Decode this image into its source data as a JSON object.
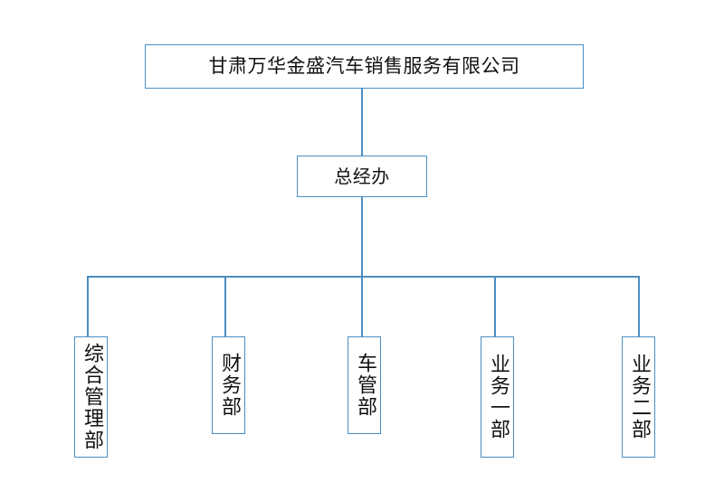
{
  "chart": {
    "type": "org-chart",
    "background_color": "#ffffff",
    "line_color": "#4a8ec2",
    "box_fill_color": "#ffffff",
    "text_color": "#111111",
    "root": {
      "label": "甘肃万华金盛汽车销售服务有限公司",
      "orientation": "horizontal"
    },
    "level2": {
      "label": "总经办",
      "orientation": "horizontal"
    },
    "departments": [
      {
        "label": "综合管理部",
        "orientation": "vertical"
      },
      {
        "label": "财务部",
        "orientation": "vertical"
      },
      {
        "label": "车管部",
        "orientation": "vertical"
      },
      {
        "label": "业务一部",
        "orientation": "vertical"
      },
      {
        "label": "业务二部",
        "orientation": "vertical"
      }
    ]
  }
}
